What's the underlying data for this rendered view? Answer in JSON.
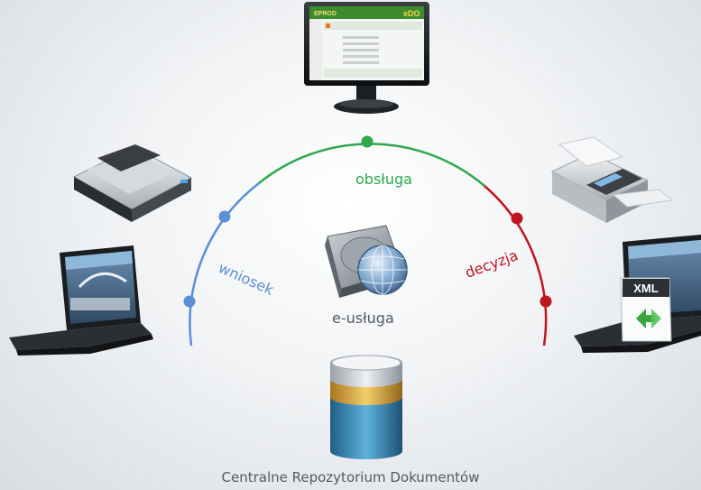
{
  "labels": {
    "obsluga": "obsługa",
    "wniosek": "wniosek",
    "decyzja": "decyzja",
    "e_usluga": "e-usługa",
    "repository": "Centralne Repozytorium Dokumentów",
    "xml_badge": "XML"
  },
  "monitor_screen": {
    "app_logo": "eDO",
    "header_title": "EPROD"
  },
  "colors": {
    "wniosek": "#5b8fd6",
    "obsluga": "#2ea84a",
    "decyzja": "#c0141e",
    "caption": "#555a5f"
  },
  "icons": [
    "monitor-icon",
    "scanner-icon",
    "fax-printer-icon",
    "laptop-icon",
    "laptop-xml-icon",
    "hard-drive-network-icon",
    "database-stack-icon"
  ]
}
